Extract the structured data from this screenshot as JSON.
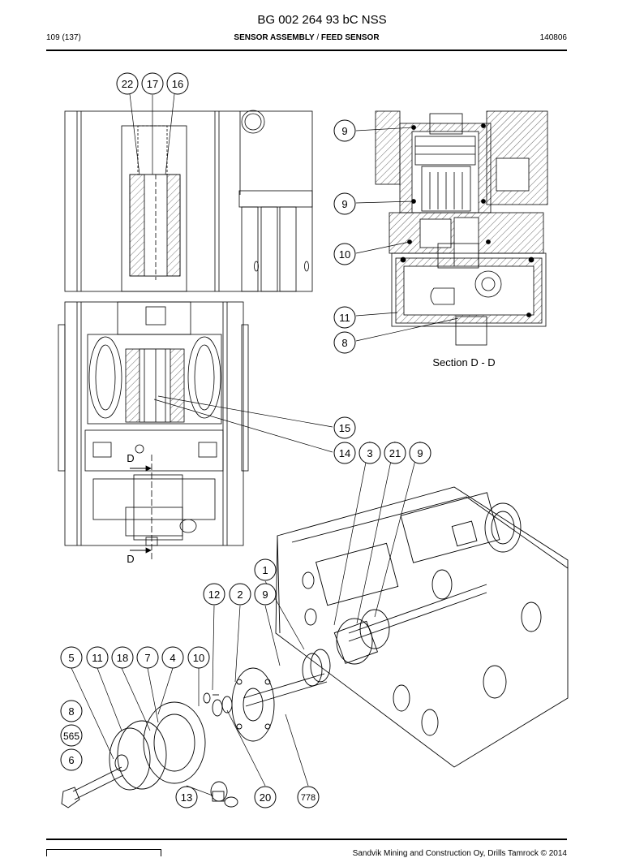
{
  "header": {
    "title": "BG 002 264 93 bC NSS",
    "page": "109 (137)",
    "heading_part1": "SENSOR ASSEMBLY",
    "heading_sep": "/",
    "heading_part2": "FEED SENSOR",
    "code": "140806"
  },
  "drawing": {
    "section_label": "Section D - D",
    "section_marker": "D",
    "callouts": {
      "c22": "22",
      "c17": "17",
      "c16": "16",
      "s9a": "9",
      "s9b": "9",
      "s10": "10",
      "s11": "11",
      "s8": "8",
      "c15": "15",
      "c14": "14",
      "c3": "3",
      "c21": "21",
      "c9a": "9",
      "c1": "1",
      "c12": "12",
      "c2": "2",
      "c9b": "9",
      "c5": "5",
      "c11": "11",
      "c18": "18",
      "c7": "7",
      "c4": "4",
      "c10": "10",
      "c8": "8",
      "c565": "565",
      "c6": "6",
      "c13": "13",
      "c20": "20",
      "c778": "778"
    }
  },
  "footer": {
    "text": "Sandvik Mining and Construction Oy, Drills Tamrock © 2014"
  }
}
